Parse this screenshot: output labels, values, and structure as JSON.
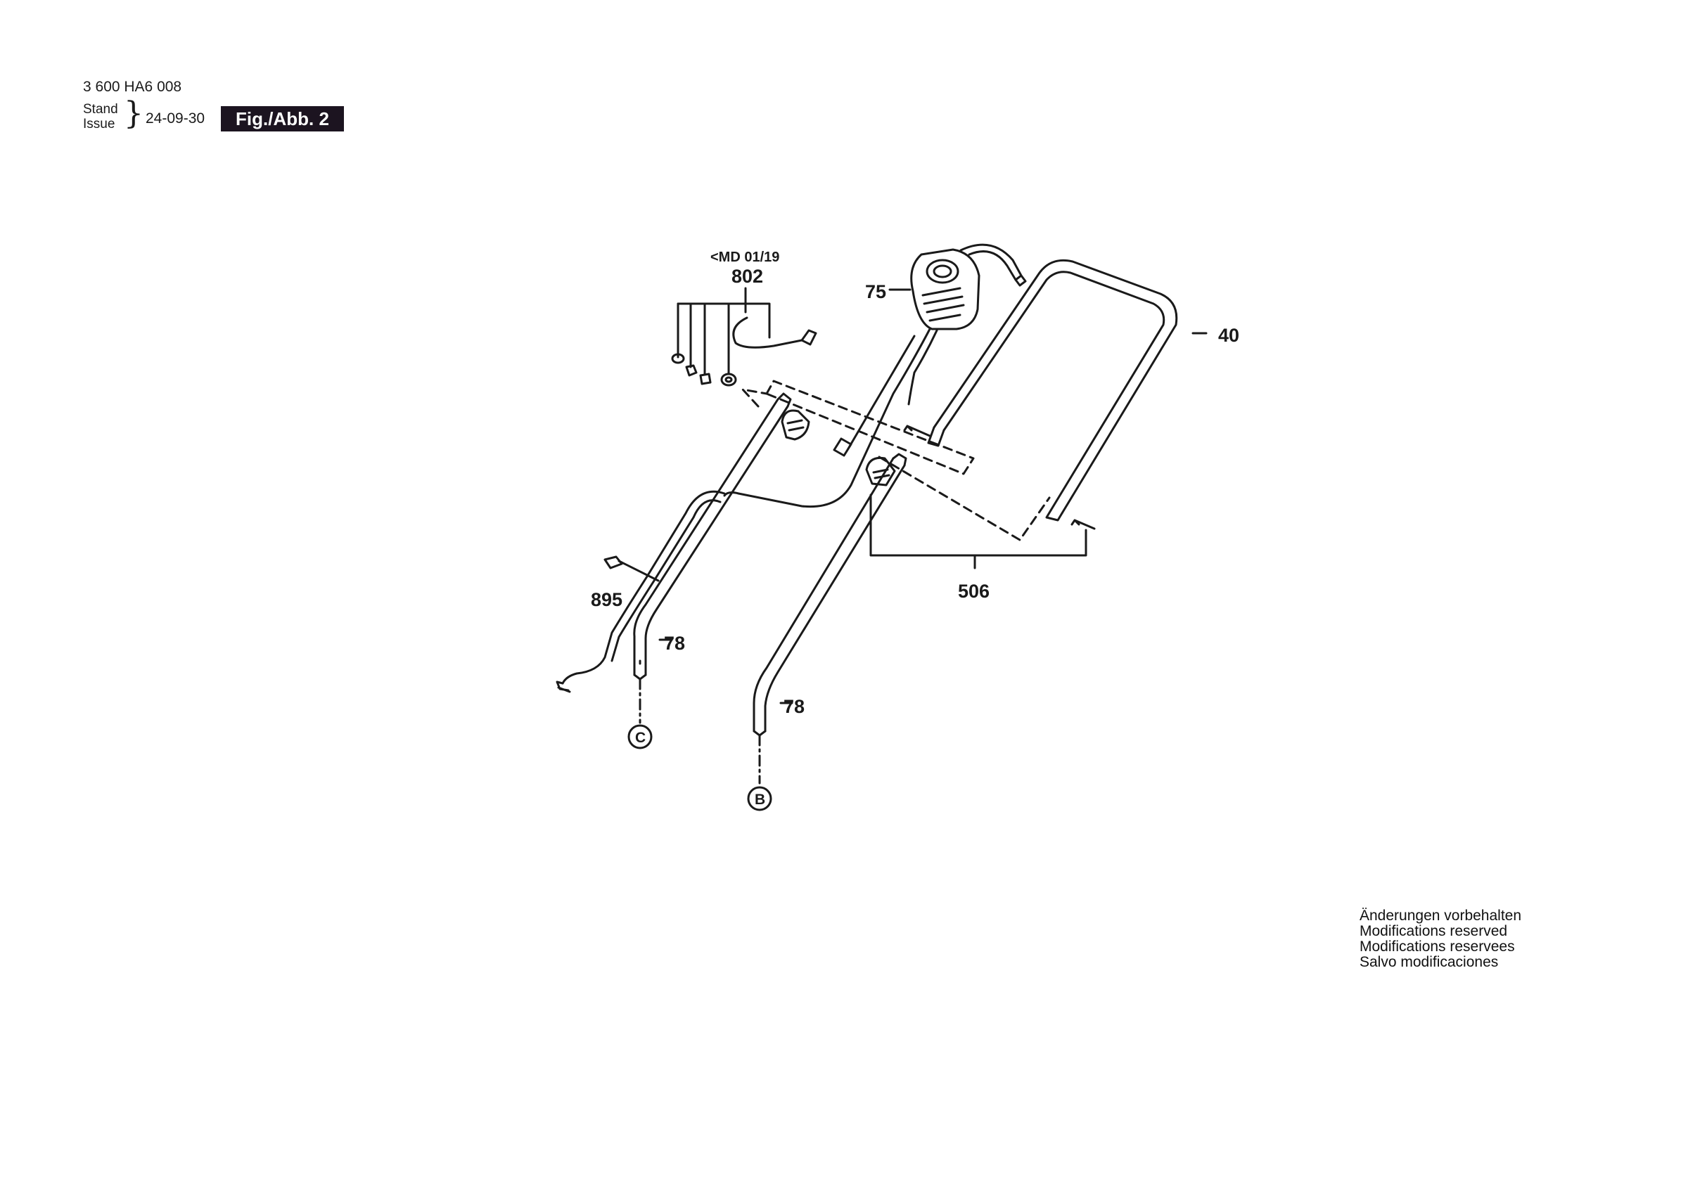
{
  "header": {
    "doc_number": "3 600 HA6 008",
    "stand_label": "Stand",
    "issue_label": "Issue",
    "date": "24-09-30",
    "figure": "Fig./Abb. 2"
  },
  "diagram": {
    "callouts": {
      "md_note": "<MD 01/19",
      "p802": "802",
      "p75": "75",
      "p40": "40",
      "p895": "895",
      "p506": "506",
      "p78_left": "78",
      "p78_right": "78",
      "ref_c": "C",
      "ref_b": "B"
    }
  },
  "notes": {
    "lines": [
      "Änderungen vorbehalten",
      "Modifications reserved",
      "Modifications reservees",
      "Salvo modificaciones"
    ]
  }
}
